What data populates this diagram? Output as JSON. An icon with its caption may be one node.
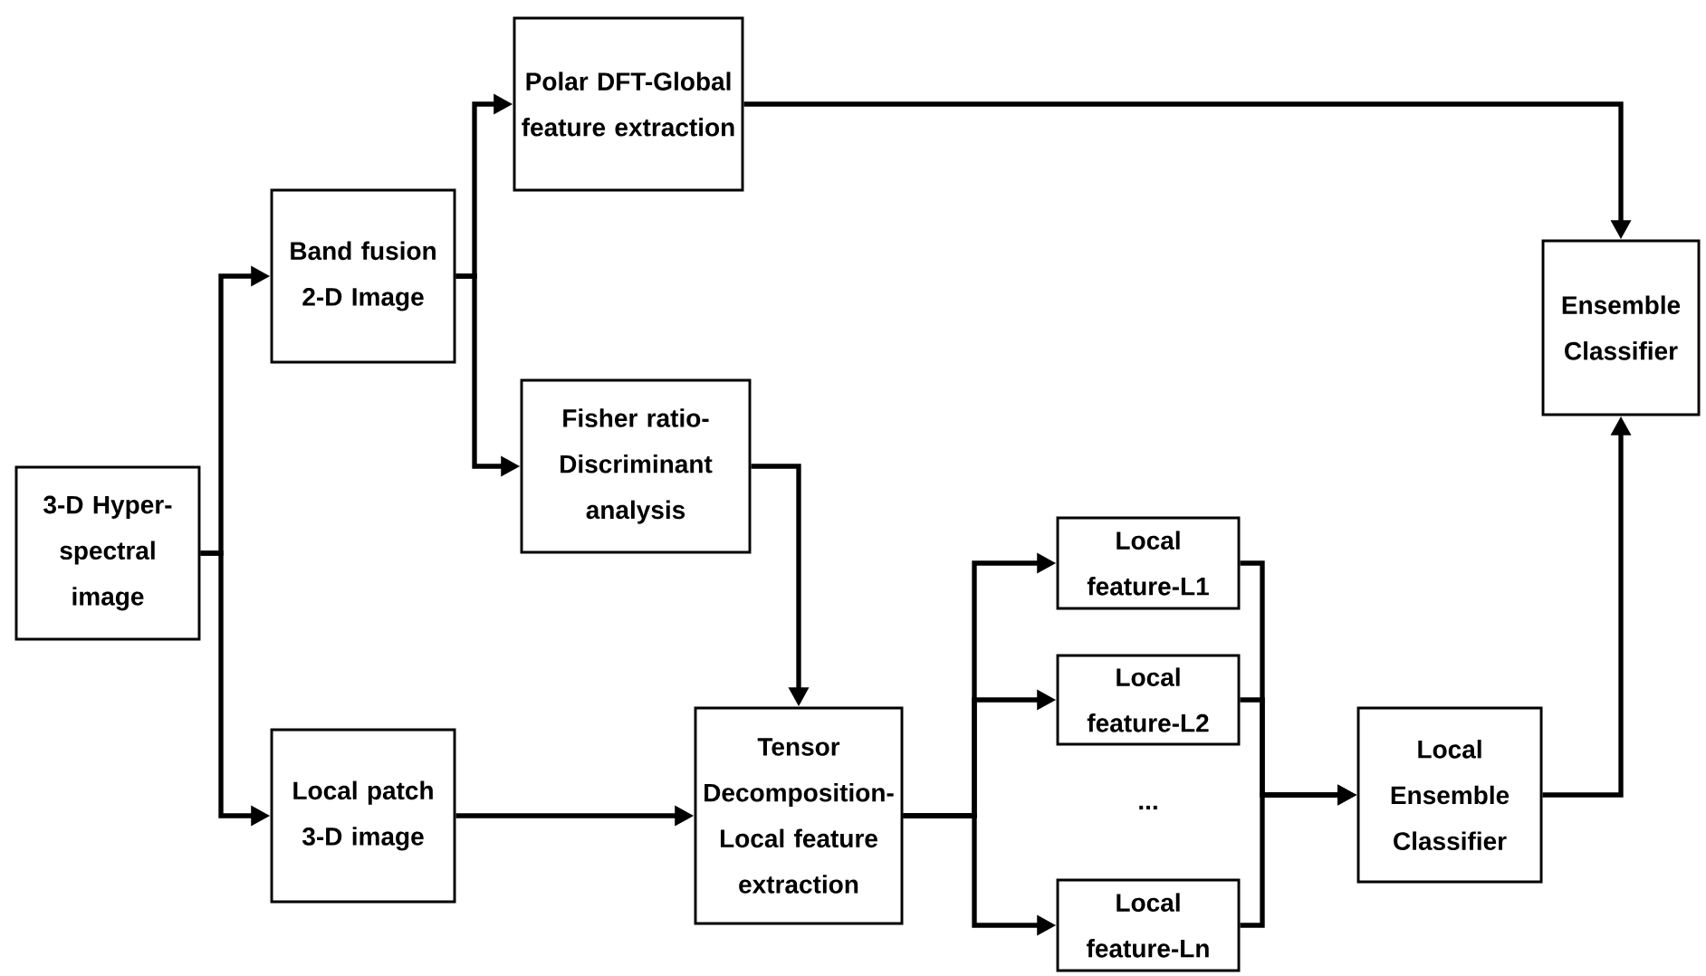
{
  "diagram": {
    "nodes": [
      {
        "text": [
          "3-D Hyper-spectral image"
        ]
      },
      {
        "text": [
          "Band fusion 2-D Image"
        ]
      },
      {
        "text": [
          "Polar DFT-Global feature extraction"
        ]
      },
      {
        "text": [
          "Fisher ratio-Discriminant analysis"
        ]
      },
      {
        "text": [
          "Local patch 3-D image"
        ]
      },
      {
        "text": [
          "Tensor Decomposition-Local feature extraction"
        ]
      },
      {
        "text": [
          "Local feature-L1"
        ]
      },
      {
        "text": [
          "Local feature-L2"
        ]
      },
      {
        "text": [
          "Local feature-Ln"
        ]
      },
      {
        "text": [
          "Local Ensemble Classifier"
        ]
      },
      {
        "text": [
          "Ensemble Classifier"
        ]
      }
    ],
    "edges": [
      {
        "from": 0,
        "to": 1,
        "arrow": "to"
      },
      {
        "from": 0,
        "to": 4,
        "arrow": "to"
      },
      {
        "from": 1,
        "to": 2,
        "arrow": "to"
      },
      {
        "from": 1,
        "to": 3,
        "arrow": "to"
      },
      {
        "from": 2,
        "to": 10,
        "arrow": "to"
      },
      {
        "from": 3,
        "to": 5,
        "arrow": "to"
      },
      {
        "from": 4,
        "to": 5,
        "arrow": "to"
      },
      {
        "from": 5,
        "to": 6,
        "arrow": "to"
      },
      {
        "from": 5,
        "to": 7,
        "arrow": "to"
      },
      {
        "from": 5,
        "to": 8,
        "arrow": "to"
      },
      {
        "from": 6,
        "to": 9,
        "arrow": "to"
      },
      {
        "from": 7,
        "to": 9,
        "arrow": "to"
      },
      {
        "from": 8,
        "to": 9,
        "arrow": "to"
      },
      {
        "from": 9,
        "to": 10,
        "arrow": "to"
      }
    ],
    "labels": [
      "..."
    ]
  }
}
